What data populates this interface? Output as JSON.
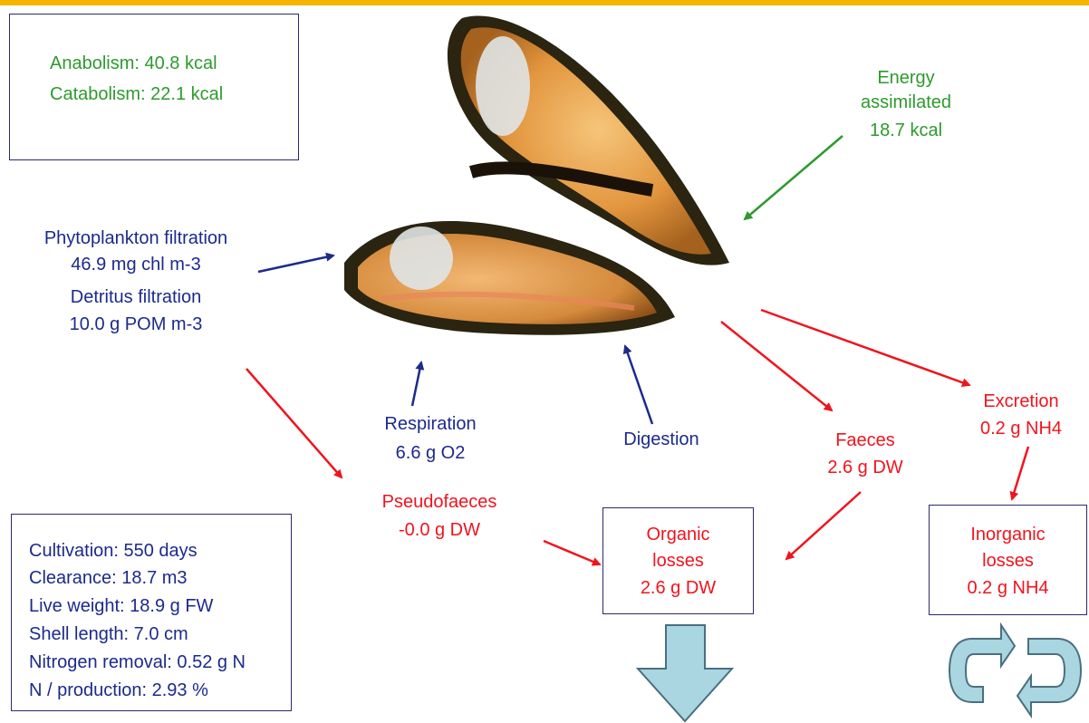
{
  "energy_box": {
    "anabolism": "Anabolism: 40.8 kcal",
    "catabolism": "Catabolism: 22.1 kcal"
  },
  "energy_assimilated": {
    "line1": "Energy",
    "line2": "assimilated",
    "line3": "18.7 kcal"
  },
  "phytoplankton": {
    "line1": "Phytoplankton filtration",
    "line2": "46.9 mg chl m-3"
  },
  "detritus": {
    "line1": "Detritus filtration",
    "line2": "10.0 g POM m-3"
  },
  "respiration": {
    "line1": "Respiration",
    "line2": "6.6 g O2"
  },
  "digestion": {
    "line1": "Digestion"
  },
  "faeces": {
    "line1": "Faeces",
    "line2": "2.6 g DW"
  },
  "excretion": {
    "line1": "Excretion",
    "line2": "0.2 g NH4"
  },
  "pseudofaeces": {
    "line1": "Pseudofaeces",
    "line2": "-0.0 g DW"
  },
  "organic_losses": {
    "line1": "Organic",
    "line2": "losses",
    "line3": "2.6 g DW"
  },
  "inorganic_losses": {
    "line1": "Inorganic",
    "line2": "losses",
    "line3": "0.2 g NH4"
  },
  "stats_box": {
    "items": [
      "Cultivation: 550 days",
      "Clearance: 18.7 m3",
      "Live weight: 18.9 g FW",
      "Shell length: 7.0 cm",
      "Nitrogen removal: 0.52 g N",
      "N / production: 2.93 %"
    ]
  },
  "colors": {
    "green": "#2e9a2e",
    "blue": "#1c2a8c",
    "red": "#f0141e",
    "accent_bar": "#f5b400",
    "arrow_fill": "#a9d6e0"
  },
  "icons": [
    "mussel-image",
    "down-arrow-icon",
    "recycle-icon"
  ]
}
